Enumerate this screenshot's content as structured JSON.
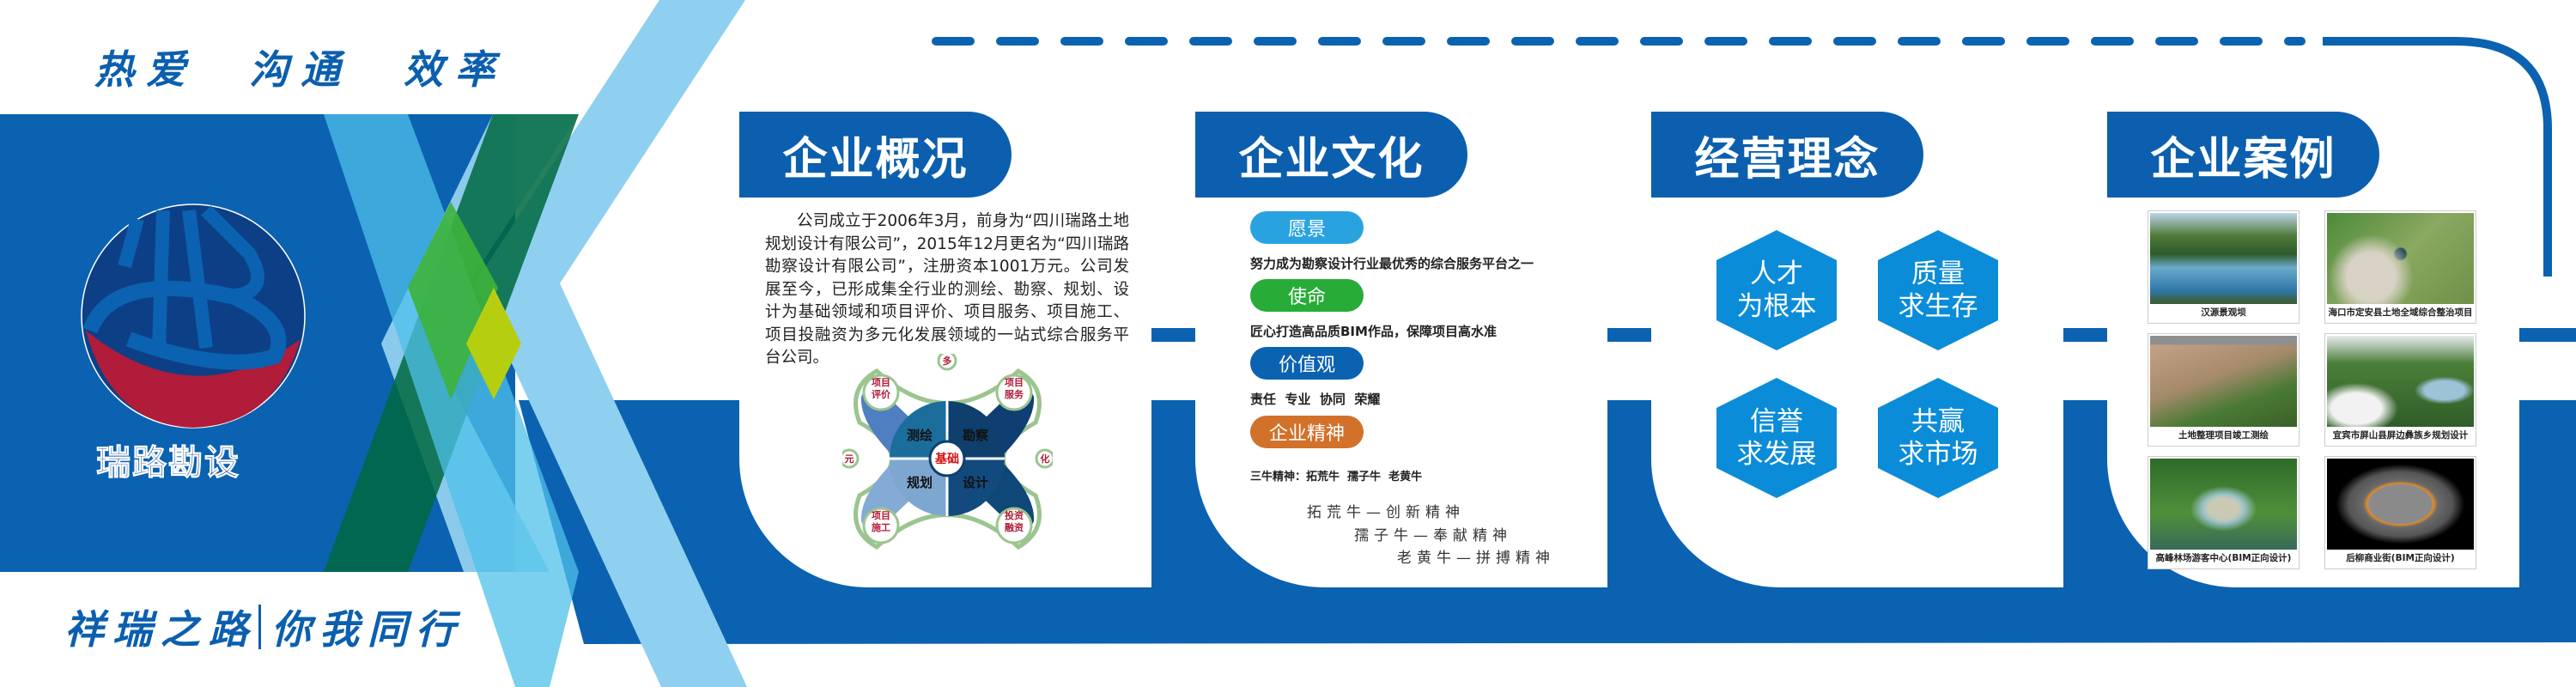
{
  "colors": {
    "primary": "#0b5fae",
    "light_blue": "#29a3e0",
    "green": "#27ac38",
    "orange": "#d2712a",
    "hex": "#0b8cd8",
    "logo_red": "#b01c3a"
  },
  "left_panel": {
    "slogan_top": "热爱　沟通　效率",
    "logo_text": "瑞路勘设",
    "slogan_bottom_left": "祥瑞之路",
    "slogan_bottom_right": "你我同行"
  },
  "overview": {
    "title": "企业概况",
    "text": "公司成立于2006年3月，前身为“四川瑞路土地规划设计有限公司”，2015年12月更名为“四川瑞路勘察设计有限公司”，注册资本1001万元。公司发展至今，已形成集全行业的测绘、勘察、规划、设计为基础领域和项目评价、项目服务、项目施工、项目投融资为多元化发展领域的一站式综合服务平台公司。",
    "diagram": {
      "center": "基础",
      "core": [
        "测绘",
        "勘察",
        "规划",
        "设计"
      ],
      "petals": [
        "项目评价",
        "项目服务",
        "项目施工",
        "投资融资"
      ],
      "ring": [
        "多",
        "元",
        "化"
      ]
    }
  },
  "culture": {
    "title": "企业文化",
    "items": [
      {
        "label": "愿景",
        "text": "努力成为勘察设计行业最优秀的综合服务平台之一"
      },
      {
        "label": "使命",
        "text": "匠心打造高品质BIM作品，保障项目高水准"
      },
      {
        "label": "价值观",
        "text": "责任  专业  协同  荣耀"
      },
      {
        "label": "企业精神",
        "text": "三牛精神：拓荒牛  孺子牛  老黄牛"
      }
    ],
    "spirit_lines": [
      "拓荒牛—创新精神",
      "孺子牛—奉献精神",
      "老黄牛—拼搏精神"
    ]
  },
  "philosophy": {
    "title": "经营理念",
    "hexes": [
      [
        "人才",
        "为根本"
      ],
      [
        "质量",
        "求生存"
      ],
      [
        "信誉",
        "求发展"
      ],
      [
        "共赢",
        "求市场"
      ]
    ]
  },
  "cases": {
    "title": "企业案例",
    "items": [
      "汉源景观坝",
      "海口市定安县土地全域综合整治项目",
      "土地整理项目竣工测绘",
      "宜宾市屏山县屏边彝族乡规划设计",
      "高峰林场游客中心(BIM正向设计)",
      "后柳商业街(BIM正向设计)"
    ]
  }
}
